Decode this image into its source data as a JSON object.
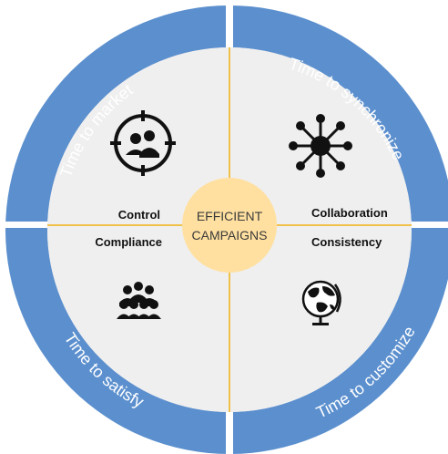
{
  "center": {
    "line1": "EFFICIENT",
    "line2": "CAMPAIGNS"
  },
  "ring": {
    "top_left": "Time to market",
    "top_right": "Time to synchronize",
    "bottom_left": "Time to satisfy",
    "bottom_right": "Time to customize"
  },
  "quadrants": {
    "top_left": "Control",
    "bottom_left": "Compliance",
    "top_right": "Collaboration",
    "bottom_right": "Consistency"
  },
  "icons": {
    "top_left": "target-person-icon",
    "top_right": "network-hub-icon",
    "bottom_left": "group-people-icon",
    "bottom_right": "globe-icon"
  },
  "colors": {
    "ring": "#5b8fce",
    "inner_circle": "#efefef",
    "center": "#ffe0a0",
    "divider": "#f0c14a"
  }
}
